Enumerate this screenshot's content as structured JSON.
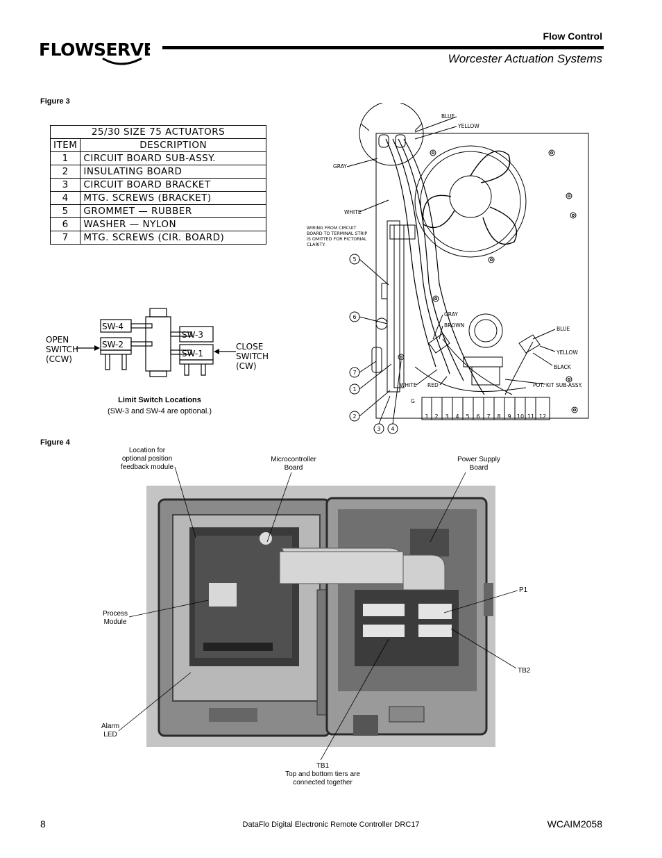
{
  "header": {
    "logo_text": "FLOWSERVE",
    "division": "Flow Control",
    "subtitle": "Worcester Actuation Systems"
  },
  "figure3": {
    "label": "Figure 3",
    "table": {
      "title": "25/30 SIZE 75 ACTUATORS",
      "col_item": "ITEM",
      "col_desc": "DESCRIPTION",
      "rows": [
        {
          "item": "1",
          "desc": "CIRCUIT BOARD SUB-ASSY."
        },
        {
          "item": "2",
          "desc": "INSULATING BOARD"
        },
        {
          "item": "3",
          "desc": "CIRCUIT BOARD BRACKET"
        },
        {
          "item": "4",
          "desc": "MTG. SCREWS (BRACKET)"
        },
        {
          "item": "5",
          "desc": "GROMMET — RUBBER"
        },
        {
          "item": "6",
          "desc": "WASHER — NYLON"
        },
        {
          "item": "7",
          "desc": "MTG. SCREWS (CIR. BOARD)"
        }
      ]
    },
    "switches": {
      "sw4": "SW-4",
      "sw2": "SW-2",
      "sw3": "SW-3",
      "sw1": "SW-1",
      "open_switch": [
        "OPEN",
        "SWITCH",
        "(CCW)"
      ],
      "close_switch": [
        "CLOSE",
        "SWITCH",
        "(CW)"
      ]
    },
    "caption_title": "Limit Switch Locations",
    "caption_note": "(SW-3 and SW-4 are optional.)",
    "wiring": {
      "blue_top": "BLUE",
      "yellow_top": "YELLOW",
      "gray_top": "GRAY",
      "white_top": "WHITE",
      "note": [
        "WIRING FROM CIRCUIT",
        "BOARD TO TERMINAL STRIP",
        "IS OMITTED FOR PICTORIAL",
        "CLARITY."
      ],
      "gray": "GRAY",
      "brown": "BROWN",
      "blue": "BLUE",
      "yellow": "YELLOW",
      "black": "BLACK",
      "white": "WHITE",
      "red": "RED",
      "pot_kit": "POT. KIT SUB-ASSY.",
      "ground": "G",
      "callouts": [
        "5",
        "6",
        "7",
        "1",
        "2",
        "3",
        "4"
      ],
      "terminals": [
        "1",
        "2",
        "3",
        "4",
        "5",
        "6",
        "7",
        "8",
        "9",
        "10",
        "11",
        "12"
      ]
    }
  },
  "figure4": {
    "label": "Figure 4",
    "labels": {
      "location": [
        "Location for",
        "optional position",
        "feedback module"
      ],
      "micro": [
        "Microcontroller",
        "Board"
      ],
      "power": [
        "Power Supply",
        "Board"
      ],
      "p1": "P1",
      "process": [
        "Process",
        "Module"
      ],
      "tb2": "TB2",
      "alarm": [
        "Alarm",
        "LED"
      ],
      "tb1": [
        "TB1",
        "Top and bottom tiers are",
        "connected together"
      ]
    }
  },
  "footer": {
    "page": "8",
    "title": "DataFlo Digital Electronic Remote Controller DRC17",
    "doc": "WCAIM2058"
  }
}
